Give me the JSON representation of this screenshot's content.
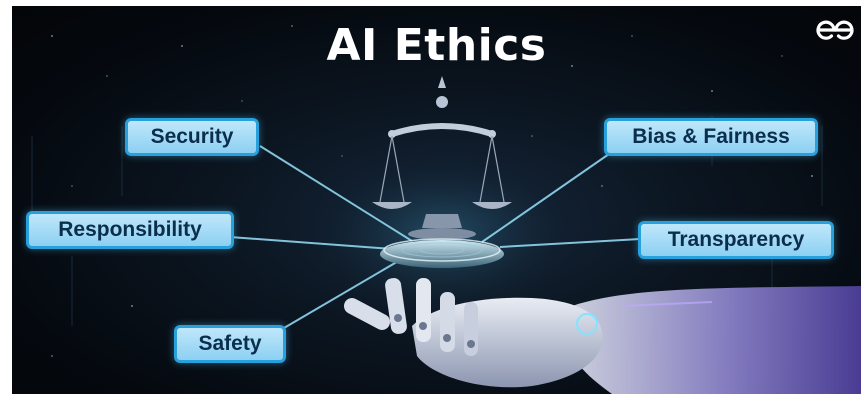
{
  "title": "AI Ethics",
  "logo": {
    "icon": "geeksforgeeks-logo"
  },
  "hub": {
    "icon": "justice-scale-icon",
    "support": "robotic-hand-icon"
  },
  "principles": [
    {
      "label": "Security"
    },
    {
      "label": "Bias & Fairness"
    },
    {
      "label": "Responsibility"
    },
    {
      "label": "Transparency"
    },
    {
      "label": "Safety"
    }
  ],
  "colors": {
    "background": "#0b1520",
    "label_fill": "#a8dcf6",
    "label_border": "#27a0dc",
    "label_text": "#0b2e4c",
    "connector": "#8fd6ef",
    "title": "#ffffff"
  }
}
